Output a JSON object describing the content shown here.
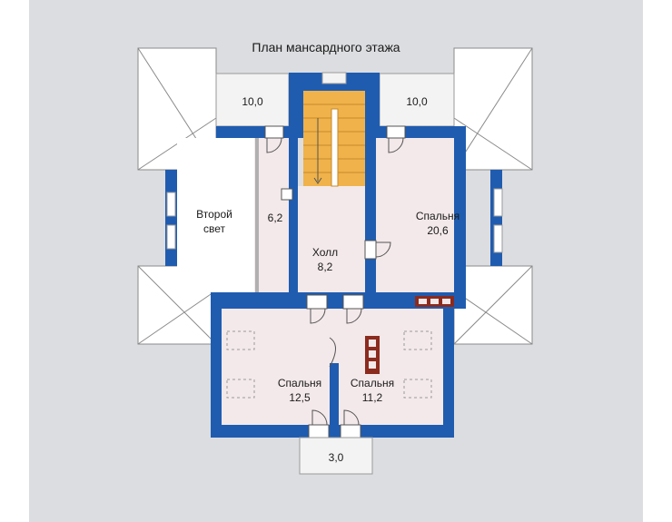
{
  "title": "План мансардного этажа",
  "colors": {
    "background": "#dcdde0",
    "wall": "#1f5cb0",
    "room_floor": "#f3e9ea",
    "terrace": "#f3f3f3",
    "stair": "#f0b24a",
    "chimney": "#8b2b1e",
    "roof": "#ffffff"
  },
  "rooms": [
    {
      "id": "balcony-left",
      "area": "10,0"
    },
    {
      "id": "balcony-right",
      "area": "10,0"
    },
    {
      "id": "second-light",
      "name_line1": "Второй",
      "name_line2": "свет"
    },
    {
      "id": "storage",
      "area": "6,2"
    },
    {
      "id": "hall",
      "name": "Холл",
      "area": "8,2"
    },
    {
      "id": "bedroom-large",
      "name": "Спальня",
      "area": "20,6"
    },
    {
      "id": "bedroom-left",
      "name": "Спальня",
      "area": "12,5"
    },
    {
      "id": "bedroom-right",
      "name": "Спальня",
      "area": "11,2"
    },
    {
      "id": "balcony-bottom",
      "area": "3,0"
    }
  ]
}
